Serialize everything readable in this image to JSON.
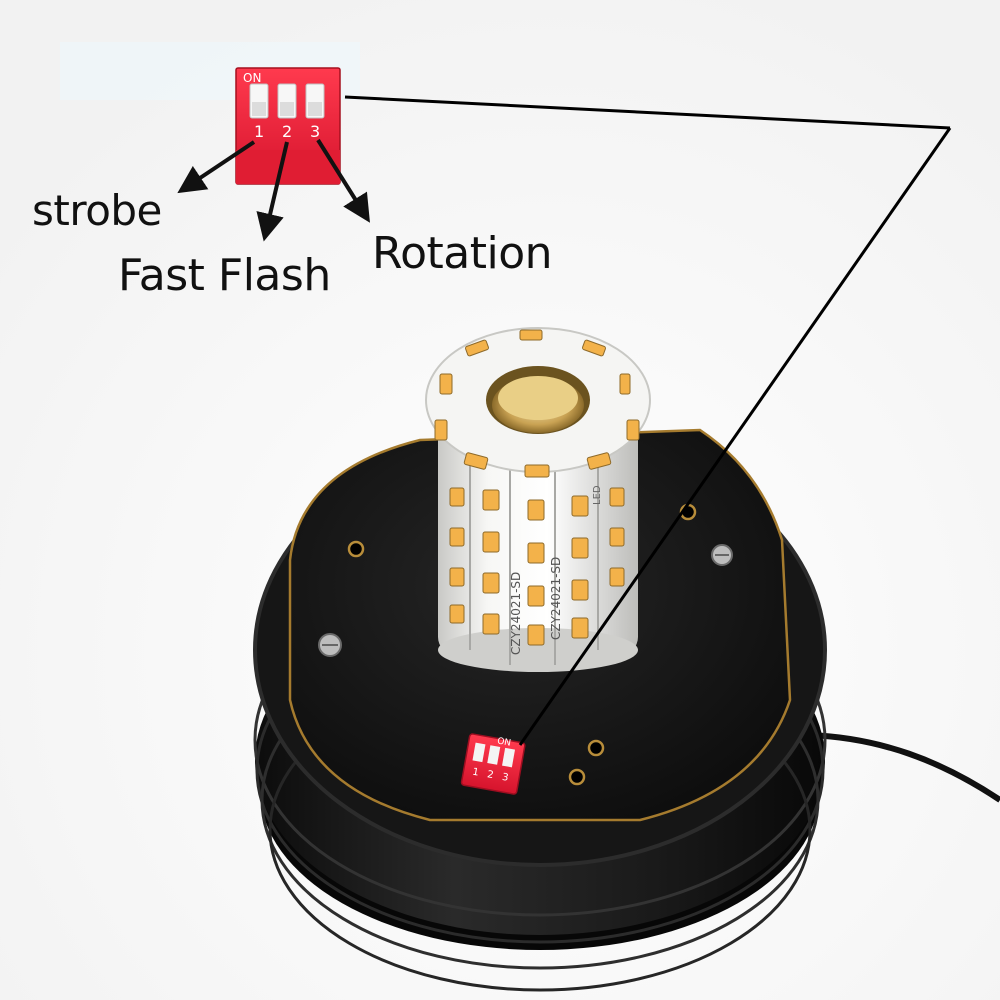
{
  "callouts": {
    "strobe": "strobe",
    "fast_flash": "Fast Flash",
    "rotation": "Rotation"
  },
  "dip_switch": {
    "on_label": "ON",
    "positions": [
      "1",
      "2",
      "3"
    ]
  },
  "led_strip_print": {
    "led_tag": "LED",
    "part_code": "CZY24021-SD"
  },
  "colors": {
    "dip_body": "#e8203a",
    "base": "#1b1b1b",
    "board": "#121212",
    "strip": "#f4f4f2",
    "smd_led": "#f3b24a"
  },
  "icons": [
    "arrow-icon",
    "dip-switch-icon"
  ]
}
